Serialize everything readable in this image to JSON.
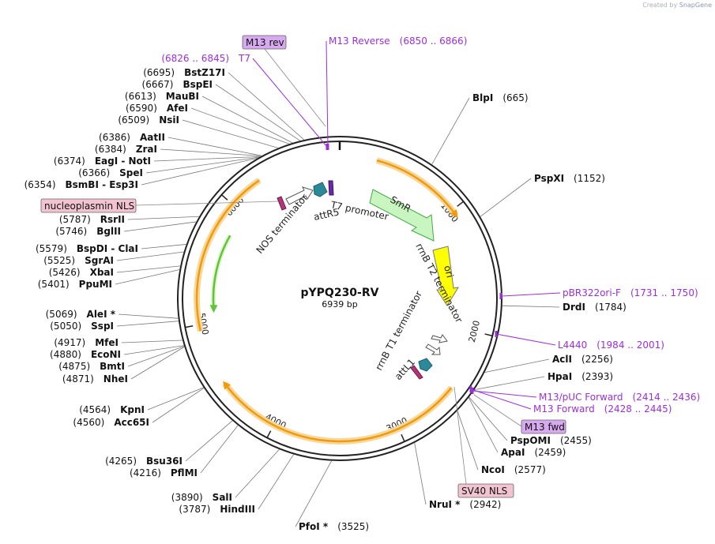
{
  "credit": {
    "prefix": "Created by",
    "brand": "SnapGene"
  },
  "plasmid": {
    "name": "pYPQ230-RV",
    "size_label": "6939 bp",
    "length": 6939
  },
  "tick_labels": [
    "1000",
    "2000",
    "3000",
    "4000",
    "5000",
    "6000"
  ],
  "enzymes": [
    {
      "name": "BlpI",
      "pos": "(665)"
    },
    {
      "name": "PspXI",
      "pos": "(1152)"
    },
    {
      "name": "DrdI",
      "pos": "(1784)"
    },
    {
      "name": "AclI",
      "pos": "(2256)"
    },
    {
      "name": "HpaI",
      "pos": "(2393)"
    },
    {
      "name": "PspOMI",
      "pos": "(2455)"
    },
    {
      "name": "ApaI",
      "pos": "(2459)"
    },
    {
      "name": "NcoI",
      "pos": "(2577)"
    },
    {
      "name": "NruI *",
      "pos": "(2942)"
    },
    {
      "name": "PfoI *",
      "pos": "(3525)"
    },
    {
      "name": "HindIII",
      "pos": "(3787)"
    },
    {
      "name": "SalI",
      "pos": "(3890)"
    },
    {
      "name": "PflMI",
      "pos": "(4216)"
    },
    {
      "name": "Bsu36I",
      "pos": "(4265)"
    },
    {
      "name": "Acc65I",
      "pos": "(4560)"
    },
    {
      "name": "KpnI",
      "pos": "(4564)"
    },
    {
      "name": "NheI",
      "pos": "(4871)"
    },
    {
      "name": "BmtI",
      "pos": "(4875)"
    },
    {
      "name": "EcoNI",
      "pos": "(4880)"
    },
    {
      "name": "MfeI",
      "pos": "(4917)"
    },
    {
      "name": "SspI",
      "pos": "(5050)"
    },
    {
      "name": "AleI *",
      "pos": "(5069)"
    },
    {
      "name": "PpuMI",
      "pos": "(5401)"
    },
    {
      "name": "XbaI",
      "pos": "(5426)"
    },
    {
      "name": "SgrAI",
      "pos": "(5525)"
    },
    {
      "name": "BspDI  -  ClaI",
      "pos": "(5579)"
    },
    {
      "name": "BglII",
      "pos": "(5746)"
    },
    {
      "name": "RsrII",
      "pos": "(5787)"
    },
    {
      "name": "BsmBI  -  Esp3I",
      "pos": "(6354)"
    },
    {
      "name": "SpeI",
      "pos": "(6366)"
    },
    {
      "name": "EagI  -  NotI",
      "pos": "(6374)"
    },
    {
      "name": "ZraI",
      "pos": "(6384)"
    },
    {
      "name": "AatII",
      "pos": "(6386)"
    },
    {
      "name": "NsiI",
      "pos": "(6509)"
    },
    {
      "name": "AfeI",
      "pos": "(6590)"
    },
    {
      "name": "MauBI",
      "pos": "(6613)"
    },
    {
      "name": "BspEI",
      "pos": "(6667)"
    },
    {
      "name": "BstZ17I",
      "pos": "(6695)"
    }
  ],
  "primers": [
    {
      "name": "M13 Reverse",
      "range": "(6850 .. 6866)"
    },
    {
      "name": "T7",
      "range": "(6826 .. 6845)"
    },
    {
      "name": "pBR322ori-F",
      "range": "(1731 .. 1750)"
    },
    {
      "name": "L4440",
      "range": "(1984 .. 2001)"
    },
    {
      "name": "M13/pUC Forward",
      "range": "(2414 .. 2436)"
    },
    {
      "name": "M13 Forward",
      "range": "(2428 .. 2445)"
    }
  ],
  "boxed_labels": [
    {
      "name": "M13 rev",
      "color": "#d7a9ee"
    },
    {
      "name": "nucleoplasmin NLS",
      "color": "#f2c4d2"
    },
    {
      "name": "M13 fwd",
      "color": "#d7a9ee"
    },
    {
      "name": "SV40 NLS",
      "color": "#f2c4d2"
    }
  ],
  "features": [
    {
      "name": "SmR",
      "color": "#c8f5c0"
    },
    {
      "name": "ori",
      "color": "#ffff00"
    },
    {
      "name": "T7 promoter"
    },
    {
      "name": "attR5"
    },
    {
      "name": "NOS terminator"
    },
    {
      "name": "rrnB T2 terminator"
    },
    {
      "name": "rrnB T1 terminator"
    },
    {
      "name": "attL1"
    }
  ],
  "colors": {
    "backbone": "#222222",
    "orf_highlight": "#f6d79c",
    "orf_arrow": "#f29a0a",
    "green_orf": "#5fc33b",
    "primer": "#9b30d9",
    "att_site": "#2b8a9a",
    "nls": "#b5337a"
  }
}
